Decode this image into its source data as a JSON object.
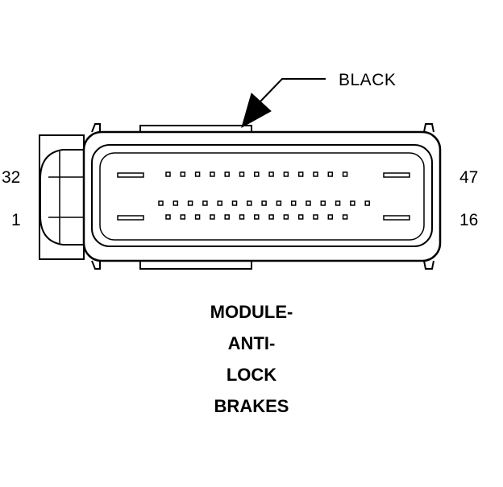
{
  "wire_color_label": "BLACK",
  "pin_labels": {
    "top_left": "32",
    "bottom_left": "1",
    "top_right": "47",
    "bottom_right": "16"
  },
  "title_lines": [
    "MODULE-",
    "ANTI-",
    "LOCK",
    "BRAKES"
  ],
  "connector": {
    "top_row_pins": 13,
    "middle_row_pins": 15,
    "bottom_row_pins": 13,
    "stroke_color": "#000000",
    "fill_color": "#ffffff"
  }
}
